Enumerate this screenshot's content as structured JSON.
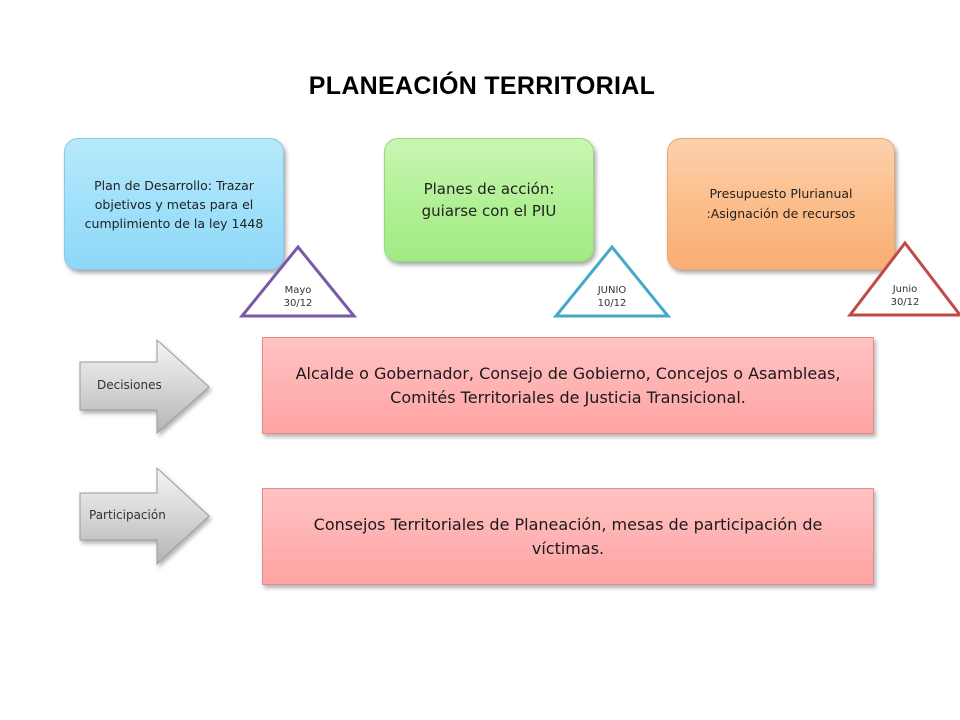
{
  "title": "PLANEACIÓN TERRITORIAL",
  "cards": {
    "plan_desarrollo": "Plan de Desarrollo: Trazar objetivos y metas para el cumplimiento de la ley 1448",
    "planes_accion": "Planes de acción: guiarse con el PIU",
    "presupuesto_line1": "Presupuesto  Plurianual",
    "presupuesto_line2": ":Asignación de recursos"
  },
  "triangles": {
    "mayo": {
      "line1": "Mayo",
      "line2": "30/12",
      "color": "#7a5aa6"
    },
    "junio_caps": {
      "line1": "JUNIO",
      "line2": "10/12",
      "color": "#44a9c6"
    },
    "junio": {
      "line1": "Junio",
      "line2": "30/12",
      "color": "#bf4a49"
    }
  },
  "rows": {
    "decisiones": {
      "label": "Decisiones",
      "text": "Alcalde o Gobernador, Consejo de Gobierno, Concejos o Asambleas, Comités Territoriales de Justicia Transicional."
    },
    "participacion": {
      "label": "Participación",
      "text": "Consejos Territoriales de Planeación, mesas de participación de víctimas."
    }
  }
}
